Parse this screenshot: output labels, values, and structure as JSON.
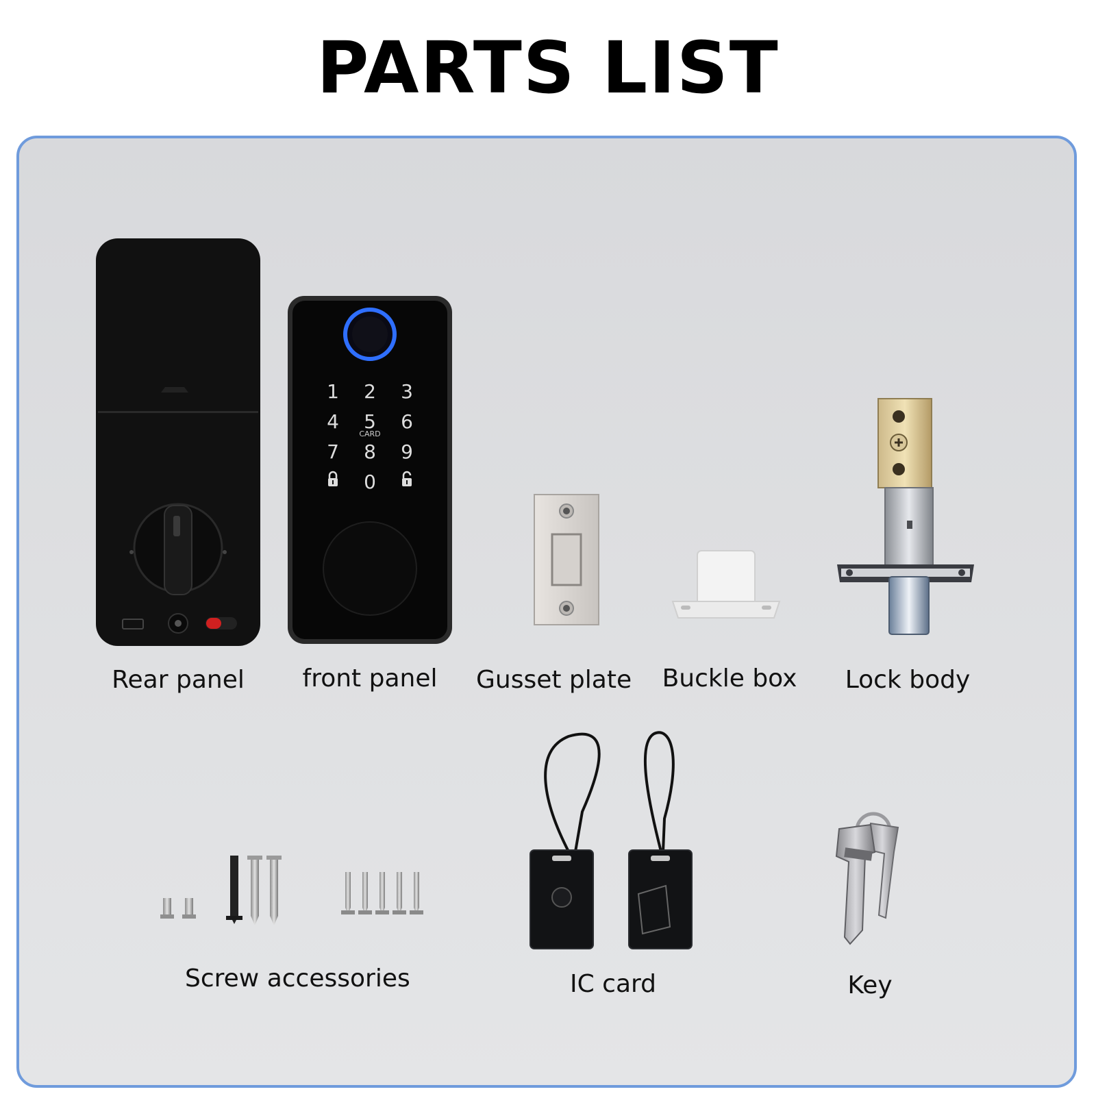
{
  "title": "PARTS LIST",
  "parts": [
    {
      "label": "Rear panel",
      "icon": "rear-panel-icon"
    },
    {
      "label": "front panel",
      "icon": "front-panel-icon"
    },
    {
      "label": "Gusset plate",
      "icon": "gusset-plate-icon"
    },
    {
      "label": "Buckle box",
      "icon": "buckle-box-icon"
    },
    {
      "label": "Lock body",
      "icon": "lock-body-icon"
    },
    {
      "label": "Screw accessories",
      "icon": "screws-icon"
    },
    {
      "label": "IC card",
      "icon": "ic-card-icon"
    },
    {
      "label": "Key",
      "icon": "key-icon"
    }
  ],
  "keypad": {
    "rows": [
      [
        "1",
        "2",
        "3"
      ],
      [
        "4",
        "5",
        "6"
      ],
      [
        "7",
        "8",
        "9"
      ],
      [
        "",
        "0",
        ""
      ]
    ],
    "card_text": "CARD"
  },
  "colors": {
    "border": "#6f9bdc",
    "fingerprint_ring": "#2f6fff",
    "lock_black": "#121212"
  }
}
